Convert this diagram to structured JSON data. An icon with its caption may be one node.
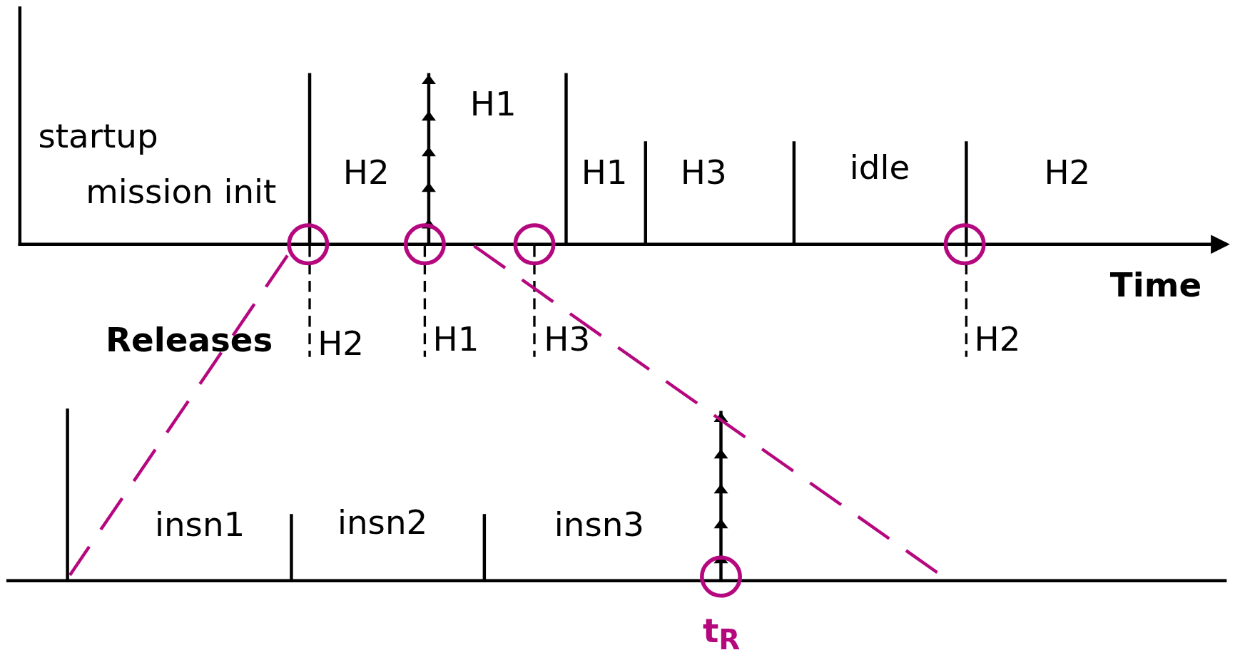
{
  "diagram": {
    "labels": [
      "startup",
      "mission init",
      "H2",
      "H1",
      "H1",
      "H3",
      "idle",
      "H2",
      "Time",
      "Releases",
      "H2",
      "H1",
      "H3",
      "H2",
      "insn1",
      "insn2",
      "insn3",
      "t$_{R}$"
    ]
  }
}
